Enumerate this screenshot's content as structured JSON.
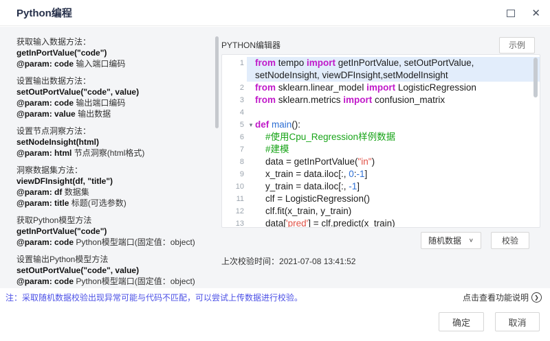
{
  "window": {
    "title": "Python编程"
  },
  "icons": {
    "close": "✕",
    "chevron_down": "∨",
    "arrow_right": "❯",
    "fold": "▾"
  },
  "docs": {
    "sections": [
      {
        "title": "获取输入数据方法：",
        "signature": "getInPortValue(\"code\")",
        "params": [
          {
            "label": "@param: code",
            "desc": "输入端口编码"
          }
        ]
      },
      {
        "title": "设置输出数据方法：",
        "signature": "setOutPortValue(\"code\", value)",
        "params": [
          {
            "label": "@param: code",
            "desc": "输出端口编码"
          },
          {
            "label": "@param: value",
            "desc": "输出数据"
          }
        ]
      },
      {
        "title": "设置节点洞察方法：",
        "signature": "setNodeInsight(html)",
        "params": [
          {
            "label": "@param: html",
            "desc": "节点洞察(html格式)"
          }
        ]
      },
      {
        "title": "洞察数据集方法：",
        "signature": "viewDFInsight(df, \"title\")",
        "params": [
          {
            "label": "@param: df",
            "desc": "数据集"
          },
          {
            "label": "@param: title",
            "desc": "标题(可选参数)"
          }
        ]
      },
      {
        "title": "获取Python模型方法",
        "signature": "getInPortValue(\"code\")",
        "params": [
          {
            "label": "@param: code",
            "desc": "Python模型端口(固定值：object)"
          }
        ]
      },
      {
        "title": "设置输出Python模型方法",
        "signature": "setOutPortValue(\"code\", value)",
        "params": [
          {
            "label": "@param: code",
            "desc": "Python模型端口(固定值：object)"
          }
        ]
      }
    ]
  },
  "editor": {
    "panel_label": "PYTHON编辑器",
    "example_button": "示例",
    "validate_dropdown": "随机数据",
    "validate_button": "校验",
    "last_check_label": "上次校验时间：",
    "last_check_time": "2021-07-08 13:41:52",
    "lines": [
      {
        "num": "1",
        "highlight": true,
        "rows": [
          [
            [
              "k",
              "from"
            ],
            [
              "p",
              " tempo "
            ],
            [
              "k",
              "import"
            ],
            [
              "p",
              " getInPortValue, setOutPortValue,"
            ]
          ],
          [
            [
              "p",
              "setNodeInsight, viewDFInsight,setModelInsight"
            ]
          ]
        ]
      },
      {
        "num": "2",
        "rows": [
          [
            [
              "k",
              "from"
            ],
            [
              "p",
              " sklearn.linear_model "
            ],
            [
              "k",
              "import"
            ],
            [
              "p",
              " LogisticRegression"
            ]
          ]
        ]
      },
      {
        "num": "3",
        "rows": [
          [
            [
              "k",
              "from"
            ],
            [
              "p",
              " sklearn.metrics "
            ],
            [
              "k",
              "import"
            ],
            [
              "p",
              " confusion_matrix"
            ]
          ]
        ]
      },
      {
        "num": "4",
        "rows": [
          []
        ]
      },
      {
        "num": "5",
        "fold": true,
        "rows": [
          [
            [
              "k",
              "def"
            ],
            [
              "p",
              " "
            ],
            [
              "f",
              "main"
            ],
            [
              "p",
              "():"
            ]
          ]
        ]
      },
      {
        "num": "6",
        "rows": [
          [
            [
              "c",
              "    #使用Cpu_Regression样例数据"
            ]
          ]
        ]
      },
      {
        "num": "7",
        "rows": [
          [
            [
              "c",
              "    #建模"
            ]
          ]
        ]
      },
      {
        "num": "8",
        "rows": [
          [
            [
              "p",
              "    data = getInPortValue("
            ],
            [
              "s",
              "\"in\""
            ],
            [
              "p",
              ")"
            ]
          ]
        ]
      },
      {
        "num": "9",
        "rows": [
          [
            [
              "p",
              "    x_train = data.iloc[:, "
            ],
            [
              "n",
              "0"
            ],
            [
              "p",
              ":"
            ],
            [
              "n",
              "-1"
            ],
            [
              "p",
              "]"
            ]
          ]
        ]
      },
      {
        "num": "10",
        "rows": [
          [
            [
              "p",
              "    y_train = data.iloc[:, "
            ],
            [
              "n",
              "-1"
            ],
            [
              "p",
              "]"
            ]
          ]
        ]
      },
      {
        "num": "11",
        "rows": [
          [
            [
              "p",
              "    clf = LogisticRegression()"
            ]
          ]
        ]
      },
      {
        "num": "12",
        "rows": [
          [
            [
              "p",
              "    clf.fit(x_train, y_train)"
            ]
          ]
        ]
      },
      {
        "num": "13",
        "rows": [
          [
            [
              "p",
              "    data["
            ],
            [
              "s",
              "'pred'"
            ],
            [
              "p",
              "] = clf.predict(x_train)"
            ]
          ]
        ]
      }
    ]
  },
  "footer": {
    "note": "注：采取随机数据校验出现异常可能与代码不匹配，可以尝试上传数据进行校验。",
    "help_text": "点击查看功能说明",
    "ok_button": "确定",
    "cancel_button": "取消"
  },
  "colors": {
    "note_text": "#4b50e6",
    "keyword": "#c019c9",
    "string": "#e05045",
    "comment": "#18a418",
    "number": "#2e6fd4",
    "line_highlight": "#e2edfb",
    "content_bg": "#f4f5f7"
  }
}
